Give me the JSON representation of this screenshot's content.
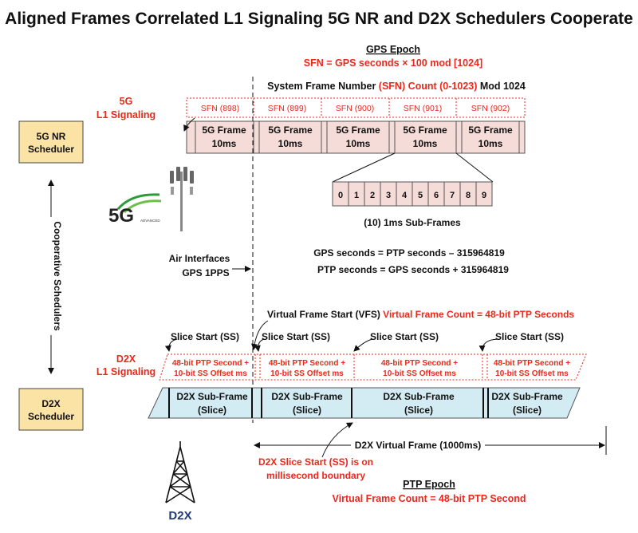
{
  "title": "Aligned Frames Correlated L1 Signaling 5G NR and D2X Schedulers Cooperate",
  "gps_epoch": {
    "heading": "GPS Epoch",
    "formula": "SFN = GPS seconds × 100 mod [1024]"
  },
  "sfn_count": {
    "prefix": "System Frame Number ",
    "highlight": "(SFN) Count (0-1023)",
    "suffix": " Mod 1024"
  },
  "nr_signaling": {
    "line1": "5G",
    "line2": "L1 Signaling"
  },
  "nr_scheduler": {
    "line1": "5G NR",
    "line2": "Scheduler"
  },
  "sfn_labels": [
    "SFN (898)",
    "SFN (899)",
    "SFN (900)",
    "SFN (901)",
    "SFN (902)"
  ],
  "nr_frames": [
    {
      "line1": "5G Frame",
      "line2": "10ms"
    },
    {
      "line1": "5G Frame",
      "line2": "10ms"
    },
    {
      "line1": "5G Frame",
      "line2": "10ms"
    },
    {
      "line1": "5G Frame",
      "line2": "10ms"
    },
    {
      "line1": "5G Frame",
      "line2": "10ms"
    }
  ],
  "subframes": [
    "0",
    "1",
    "2",
    "3",
    "4",
    "5",
    "6",
    "7",
    "8",
    "9"
  ],
  "subframes_caption": "(10) 1ms Sub-Frames",
  "logo_5g": {
    "text": "5G",
    "small": "ADVANCED",
    "color": "#2e9b3a"
  },
  "cooperative": "Cooperative Schedulers",
  "gps_ptp": {
    "line1": "GPS seconds = PTP seconds –  315964819",
    "line2": "PTP seconds = GPS seconds + 315964819"
  },
  "air_interfaces": {
    "line1": "Air Interfaces",
    "line2": "GPS 1PPS"
  },
  "vfs": {
    "black": "Virtual Frame Start (VFS) ",
    "red": "Virtual Frame Count = 48-bit PTP Seconds"
  },
  "slice_starts": [
    "Slice Start (SS)",
    "Slice Start (SS)",
    "Slice Start (SS)",
    "Slice Start (SS)"
  ],
  "d2x_signaling": {
    "line1": "D2X",
    "line2": "L1 Signaling"
  },
  "d2x_scheduler": {
    "line1": "D2X",
    "line2": "Scheduler"
  },
  "ptp_labels": [
    {
      "line1": "48-bit PTP Second +",
      "line2": "10-bit SS Offset ms"
    },
    {
      "line1": "48-bit PTP Second +",
      "line2": "10-bit SS Offset ms"
    },
    {
      "line1": "48-bit PTP Second +",
      "line2": "10-bit SS Offset ms"
    },
    {
      "line1": "48-bit PTP Second +",
      "line2": "10-bit SS Offset ms"
    }
  ],
  "d2x_subframes": [
    {
      "line1": "D2X Sub-Frame",
      "line2": "(Slice)"
    },
    {
      "line1": "D2X Sub-Frame",
      "line2": "(Slice)"
    },
    {
      "line1": "D2X Sub-Frame",
      "line2": "(Slice)"
    },
    {
      "line1": "D2X Sub-Frame",
      "line2": "(Slice)"
    }
  ],
  "virtual_frame": "D2X Virtual Frame (1000ms)",
  "slice_note": {
    "line1": "D2X Slice Start (SS) is on",
    "line2": "millisecond boundary"
  },
  "ptp_epoch": {
    "heading": "PTP Epoch",
    "formula": "Virtual Frame Count = 48-bit PTP Second"
  },
  "d2x_tower_label": "D2X",
  "colors": {
    "red": "#e8291c",
    "frame_fill": "#f6dcd8",
    "scheduler_fill": "#fbe3a6",
    "d2x_fill": "#d3ebf3",
    "d2x_label": "#1f3b7a"
  }
}
